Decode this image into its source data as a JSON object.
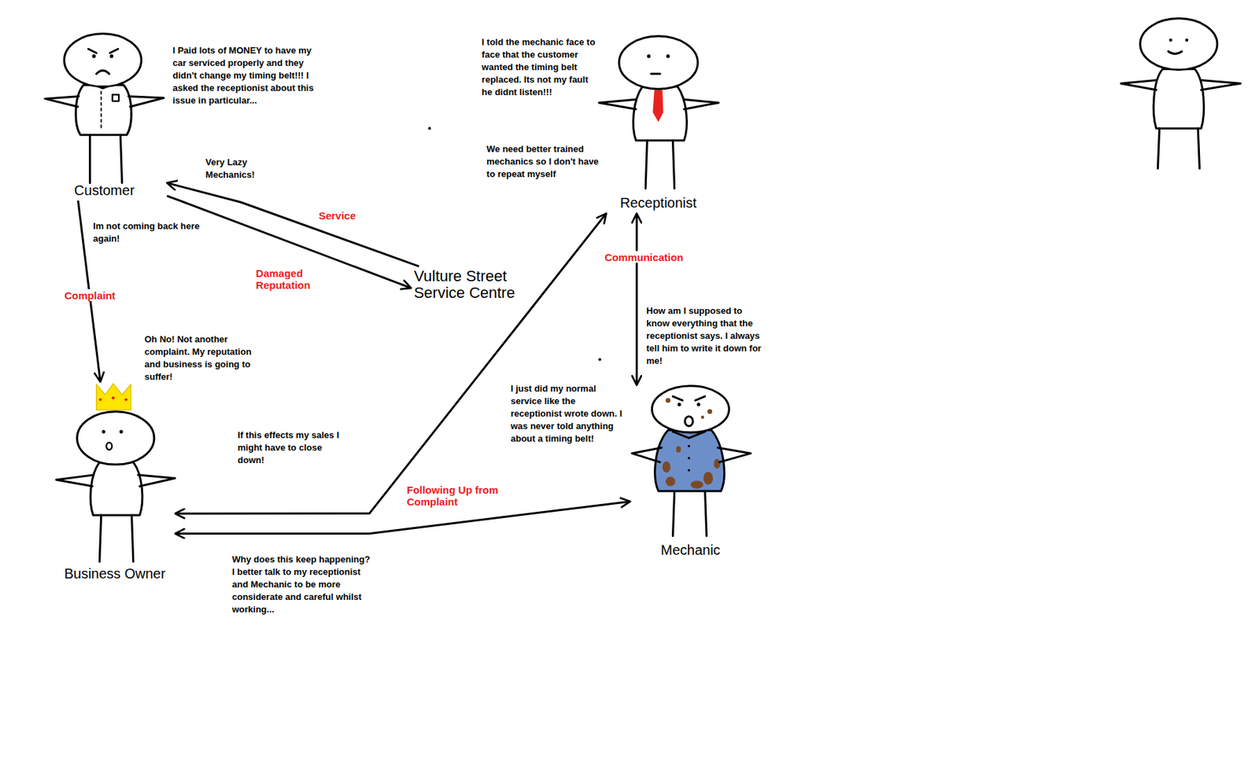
{
  "diagram": {
    "nodes": [
      {
        "text": [
          "Customer"
        ]
      },
      {
        "text": [
          "Receptionist"
        ]
      },
      {
        "text": [
          "Vulture Street Service Centre"
        ]
      },
      {
        "text": [
          "Business Owner"
        ]
      },
      {
        "text": [
          "Mechanic"
        ]
      }
    ],
    "edges": [
      {
        "from": 0,
        "to": 3,
        "label": "Complaint",
        "arrow": "to"
      },
      {
        "from": 2,
        "to": 0,
        "label": "Service",
        "arrow": "to"
      },
      {
        "from": 0,
        "to": 2,
        "label": "Damaged Reputation",
        "arrow": "to"
      },
      {
        "from": 1,
        "to": 4,
        "label": "Communication",
        "arrow": "both"
      },
      {
        "from": 3,
        "to": 1,
        "arrow": "both"
      },
      {
        "from": 3,
        "to": 4,
        "label": "Following Up from Complaint",
        "arrow": "both"
      }
    ],
    "labels": [
      "I Paid lots of MONEY to have my car serviced properly and they didn't change my timing belt!!! I asked the receptionist about this issue in particular...",
      "Very Lazy Mechanics!",
      "Im not coming back here again!",
      "I told the mechanic face to face that the customer wanted the timing belt replaced. Its not my fault he didnt listen!!!",
      "We need better trained mechanics so I don't have to repeat myself",
      "How am I supposed to know everything that the receptionist says. I always tell him to write it down for me!",
      "I just did my normal service like the receptionist wrote down. I was never told anything about a timing belt!",
      "Oh No! Not another complaint. My reputation and business is going to suffer!",
      "If this effects my sales I might have to close down!",
      "Why does this keep happening? I better talk to my receptionist and Mechanic to be more considerate and careful whilst working..."
    ]
  }
}
